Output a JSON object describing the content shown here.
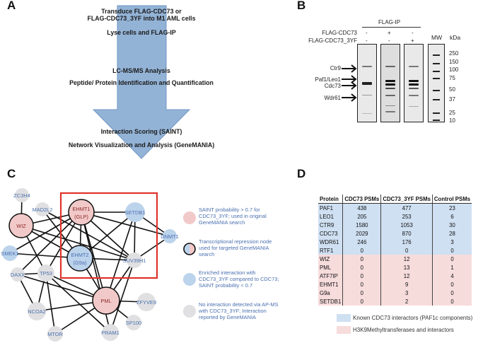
{
  "panels": {
    "a": {
      "label": "A",
      "steps": [
        "Transduce FLAG-CDC73 or",
        "FLAG-CDC73_3YF into M1 AML cells",
        "Lyse cells and FLAG-IP",
        "LC-MS/MS Analysis",
        "Peptide/ Protein Identification and Quantification",
        "Interaction Scoring (SAINT)",
        "Network Visualization and Analysis (GeneMANIA)"
      ],
      "arrow_color": "#93b3d6"
    },
    "b": {
      "label": "B",
      "ip_label": "FLAG-IP",
      "row_labels": [
        "FLAG-CDC73",
        "FLAG-CDC73_3YF"
      ],
      "lanes": [
        {
          "cdc73": "-",
          "cdc73_3yf": "-"
        },
        {
          "cdc73": "+",
          "cdc73_3yf": "-"
        },
        {
          "cdc73": "-",
          "cdc73_3yf": "+"
        }
      ],
      "mw_label": "MW",
      "kda_label": "kDa",
      "mw_markers": [
        "250",
        "150",
        "100",
        "75",
        "50",
        "37",
        "25",
        "10"
      ],
      "band_labels": [
        "Ctr9",
        "Paf1/Leo1",
        "Cdc73",
        "Wdr61"
      ]
    },
    "c": {
      "label": "C",
      "nodes": [
        {
          "id": "ZC3H4",
          "label": "ZC3H4",
          "type": "gray"
        },
        {
          "id": "MAD2L2",
          "label": "MAD2L2",
          "type": "gray"
        },
        {
          "id": "WIZ",
          "label": "WIZ",
          "type": "pink"
        },
        {
          "id": "SMEK1",
          "label": "SMEK1",
          "type": "blue"
        },
        {
          "id": "DAXX",
          "label": "DAXX",
          "type": "gray"
        },
        {
          "id": "TP53",
          "label": "TP53",
          "type": "gray"
        },
        {
          "id": "NCOA2",
          "label": "NCOA2",
          "type": "gray"
        },
        {
          "id": "MTOR",
          "label": "MTOR",
          "type": "gray"
        },
        {
          "id": "EHMT1",
          "label": "EHMT1",
          "sublabel": "(GLP)",
          "type": "pink"
        },
        {
          "id": "EHMT2",
          "label": "EHMT2",
          "sublabel": "(G9a)",
          "type": "blue"
        },
        {
          "id": "SETDB1",
          "label": "SETDB1",
          "type": "blue"
        },
        {
          "id": "SUV39H1",
          "label": "SUV39H1",
          "type": "gray"
        },
        {
          "id": "DNMT1",
          "label": "DNMT1",
          "type": "blue"
        },
        {
          "id": "PML",
          "label": "PML",
          "type": "pink"
        },
        {
          "id": "ZFYVE9",
          "label": "ZFYVE9",
          "type": "gray"
        },
        {
          "id": "SP100",
          "label": "SP100",
          "type": "gray"
        },
        {
          "id": "PRAM1",
          "label": "PRAM1",
          "type": "gray"
        }
      ],
      "edges": [
        [
          "ZC3H4",
          "WIZ"
        ],
        [
          "WIZ",
          "EHMT1"
        ],
        [
          "WIZ",
          "EHMT2"
        ],
        [
          "WIZ",
          "SUV39H1"
        ],
        [
          "WIZ",
          "TP53"
        ],
        [
          "MAD2L2",
          "EHMT2"
        ],
        [
          "MAD2L2",
          "SUV39H1"
        ],
        [
          "SMEK1",
          "EHMT1"
        ],
        [
          "SMEK1",
          "EHMT2"
        ],
        [
          "DAXX",
          "EHMT1"
        ],
        [
          "DAXX",
          "TP53"
        ],
        [
          "DAXX",
          "NCOA2"
        ],
        [
          "DAXX",
          "PML"
        ],
        [
          "TP53",
          "EHMT1"
        ],
        [
          "TP53",
          "NCOA2"
        ],
        [
          "TP53",
          "MTOR"
        ],
        [
          "TP53",
          "PML"
        ],
        [
          "TP53",
          "PRAM1"
        ],
        [
          "NCOA2",
          "PML"
        ],
        [
          "MTOR",
          "PML"
        ],
        [
          "EHMT1",
          "EHMT2"
        ],
        [
          "EHMT1",
          "SETDB1"
        ],
        [
          "EHMT1",
          "DNMT1"
        ],
        [
          "EHMT1",
          "SUV39H1"
        ],
        [
          "EHMT1",
          "PML"
        ],
        [
          "EHMT1",
          "PRAM1"
        ],
        [
          "EHMT2",
          "SETDB1"
        ],
        [
          "EHMT2",
          "PML"
        ],
        [
          "EHMT2",
          "SUV39H1"
        ],
        [
          "SETDB1",
          "SUV39H1"
        ],
        [
          "SETDB1",
          "PML"
        ],
        [
          "SETDB1",
          "DNMT1"
        ],
        [
          "SUV39H1",
          "DNMT1"
        ],
        [
          "SUV39H1",
          "PML"
        ],
        [
          "SUV39H1",
          "PRAM1"
        ],
        [
          "PML",
          "ZFYVE9"
        ],
        [
          "PML",
          "SP100"
        ]
      ],
      "legend": [
        {
          "type": "pink",
          "text": [
            "SAINT probability > 0.7 for",
            "CDC73_3YF; used in original",
            "GeneMANIA search"
          ]
        },
        {
          "type": "split",
          "text": [
            "Transcriptional repression node",
            "used for targeted GeneMANIA",
            "search"
          ]
        },
        {
          "type": "blue",
          "text": [
            "Enriched interaction with",
            "CDC73_3YF compared to CDC73;",
            "SAINT probability < 0.7"
          ]
        },
        {
          "type": "gray",
          "text": [
            "No interaction detected via AP-MS",
            "with CDC73_3YF; Interaction",
            "reported by GeneMANIA"
          ]
        }
      ],
      "colors": {
        "pink": "#f2c9c9",
        "blue": "#bcd3ec",
        "gray": "#e0e0e2",
        "box": "#e0332b",
        "label_blue": "#4a70b0",
        "label_red": "#8c2a2a"
      }
    },
    "d": {
      "label": "D",
      "headers": [
        "Protein",
        "CDC73 PSMs",
        "CDC73_3YF PSMs",
        "Control PSMs"
      ],
      "rows": [
        {
          "group": "blue",
          "cells": [
            "PAF1",
            "438",
            "477",
            "23"
          ]
        },
        {
          "group": "blue",
          "cells": [
            "LEO1",
            "205",
            "253",
            "6"
          ]
        },
        {
          "group": "blue",
          "cells": [
            "CTR9",
            "1580",
            "1053",
            "30"
          ]
        },
        {
          "group": "blue",
          "cells": [
            "CDC73",
            "2029",
            "870",
            "28"
          ]
        },
        {
          "group": "blue",
          "cells": [
            "WDR61",
            "246",
            "176",
            "3"
          ]
        },
        {
          "group": "blue",
          "cells": [
            "RTF1",
            "0",
            "0",
            "0"
          ]
        },
        {
          "group": "pink",
          "cells": [
            "WIZ",
            "0",
            "12",
            "0"
          ]
        },
        {
          "group": "pink",
          "cells": [
            "PML",
            "0",
            "13",
            "1"
          ]
        },
        {
          "group": "pink",
          "cells": [
            "ATF7IP",
            "0",
            "12",
            "4"
          ]
        },
        {
          "group": "pink",
          "cells": [
            "EHMT1",
            "0",
            "9",
            "0"
          ]
        },
        {
          "group": "pink",
          "cells": [
            "G9a",
            "0",
            "3",
            "0"
          ]
        },
        {
          "group": "pink",
          "cells": [
            "SETDB1",
            "0",
            "2",
            "0"
          ]
        }
      ],
      "legend": [
        {
          "color": "#cfe0f2",
          "text": "Known CDC73 interactors (PAF1c components)"
        },
        {
          "color": "#f7dcdc",
          "text": "H3K9Methyltransferases and interactors"
        }
      ]
    }
  }
}
